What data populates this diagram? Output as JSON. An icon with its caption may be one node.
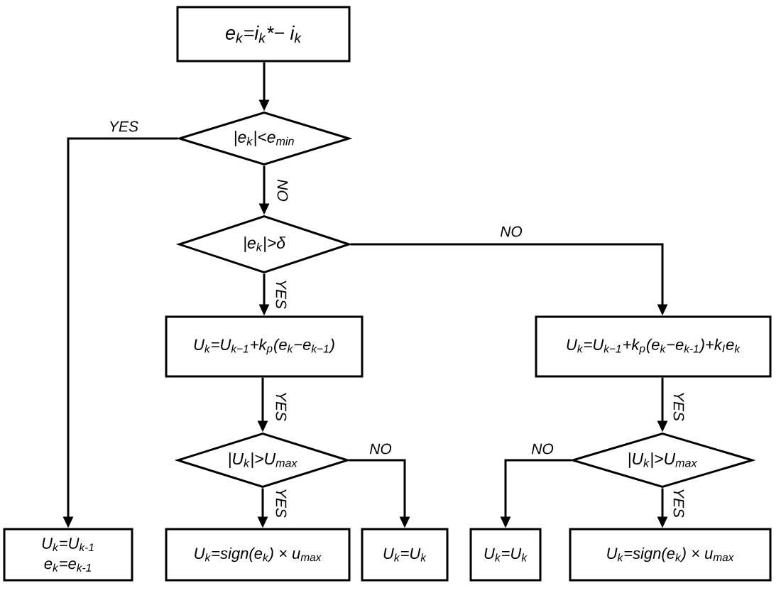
{
  "diagram": {
    "nodes": [
      {
        "text": [
          "e$_{k}$=i$_{k}$*− i$_{k}$"
        ]
      },
      {
        "text": [
          "|e$_{k}$|<e$_{min}$"
        ]
      },
      {
        "text": [
          "|e$_{k}$|>δ"
        ]
      },
      {
        "text": [
          "U$_{k}$=U$_{k−1}$+k$_{p}$(e$_{k}$−e$_{k−1}$)"
        ]
      },
      {
        "text": [
          "U$_{k}$=U$_{k−1}$+k$_{p}$(e$_{k}$−e$_{k-1}$)+k$_{I}$e$_{k}$"
        ]
      },
      {
        "text": [
          "|U$_{k}$|>U$_{max}$"
        ]
      },
      {
        "text": [
          "|U$_{k}$|>U$_{max}$"
        ]
      },
      {
        "text": [
          "U$_{k}$=U$_{k-1}$",
          "e$_{k}$=e$_{k-1}$"
        ]
      },
      {
        "text": [
          "U$_{k}$=sign(e$_{k}$) × u$_{max}$"
        ]
      },
      {
        "text": [
          "U$_{k}$=U$_{k}$"
        ]
      },
      {
        "text": [
          "U$_{k}$=U$_{k}$"
        ]
      },
      {
        "text": [
          "U$_{k}$=sign(e$_{k}$) × u$_{max}$"
        ]
      }
    ],
    "edges": [
      {
        "from": 0,
        "to": 1,
        "arrow": "to"
      },
      {
        "from": 1,
        "to": 7,
        "arrow": "to",
        "label": "YES"
      },
      {
        "from": 1,
        "to": 2,
        "arrow": "to",
        "label": "NO"
      },
      {
        "from": 2,
        "to": 3,
        "arrow": "to",
        "label": "YES"
      },
      {
        "from": 2,
        "to": 4,
        "arrow": "to",
        "label": "NO"
      },
      {
        "from": 3,
        "to": 5,
        "arrow": "to",
        "label": "YES"
      },
      {
        "from": 4,
        "to": 6,
        "arrow": "to",
        "label": "YES"
      },
      {
        "from": 5,
        "to": 8,
        "arrow": "to",
        "label": "YES"
      },
      {
        "from": 5,
        "to": 9,
        "arrow": "to",
        "label": "NO"
      },
      {
        "from": 6,
        "to": 10,
        "arrow": "to",
        "label": "NO"
      },
      {
        "from": 6,
        "to": 11,
        "arrow": "to",
        "label": "YES"
      }
    ]
  }
}
